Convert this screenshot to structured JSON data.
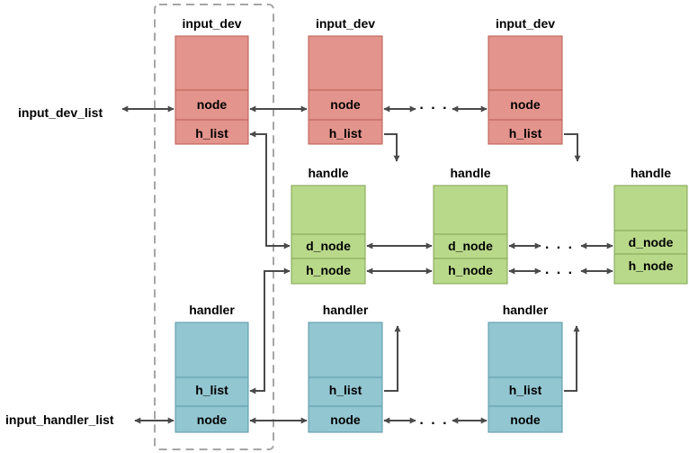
{
  "colors": {
    "dev_fill": "#e3948c",
    "dev_stroke": "#b85b52",
    "handle_fill": "#b9d98a",
    "handle_stroke": "#7fa351",
    "handler_fill": "#92c6d1",
    "handler_stroke": "#5b98a6",
    "arrow": "#4a4a4a",
    "dashed_box": "#a6a6a6"
  },
  "labels": {
    "input_dev_list": "input_dev_list",
    "input_handler_list": "input_handler_list",
    "ellipsis": ". . ."
  },
  "input_devs": [
    {
      "title": "input_dev",
      "node": "node",
      "h_list": "h_list"
    },
    {
      "title": "input_dev",
      "node": "node",
      "h_list": "h_list"
    },
    {
      "title": "input_dev",
      "node": "node",
      "h_list": "h_list"
    }
  ],
  "handles": [
    {
      "title": "handle",
      "d_node": "d_node",
      "h_node": "h_node"
    },
    {
      "title": "handle",
      "d_node": "d_node",
      "h_node": "h_node"
    },
    {
      "title": "handle",
      "d_node": "d_node",
      "h_node": "h_node"
    }
  ],
  "handlers": [
    {
      "title": "handler",
      "h_list": "h_list",
      "node": "node"
    },
    {
      "title": "handler",
      "h_list": "h_list",
      "node": "node"
    },
    {
      "title": "handler",
      "h_list": "h_list",
      "node": "node"
    }
  ]
}
